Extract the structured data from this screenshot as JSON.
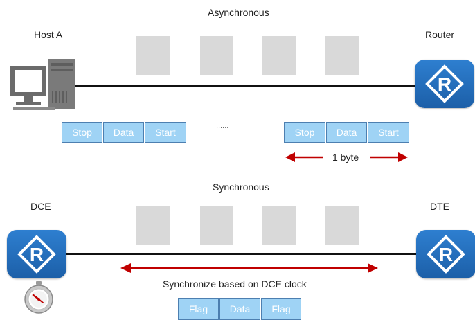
{
  "async": {
    "title": "Asynchronous",
    "host_label": "Host A",
    "router_label": "Router",
    "frame_left": [
      "Stop",
      "Data",
      "Start"
    ],
    "ellipsis": "......",
    "frame_right": [
      "Stop",
      "Data",
      "Start"
    ],
    "byte_label": "1 byte"
  },
  "sync": {
    "title": "Synchronous",
    "dce_label": "DCE",
    "dte_label": "DTE",
    "clock_label": "Synchronize based on DCE clock",
    "frame": [
      "Flag",
      "Data",
      "Flag"
    ]
  },
  "colors": {
    "frame_fill": "#9fd3f5",
    "frame_border": "#4d7fb0",
    "arrow": "#c00000",
    "router": "#1f66b3",
    "packet": "#d9d9d9"
  },
  "icons": {
    "host": "computer-icon",
    "router": "router-icon",
    "clock": "stopwatch-icon"
  }
}
